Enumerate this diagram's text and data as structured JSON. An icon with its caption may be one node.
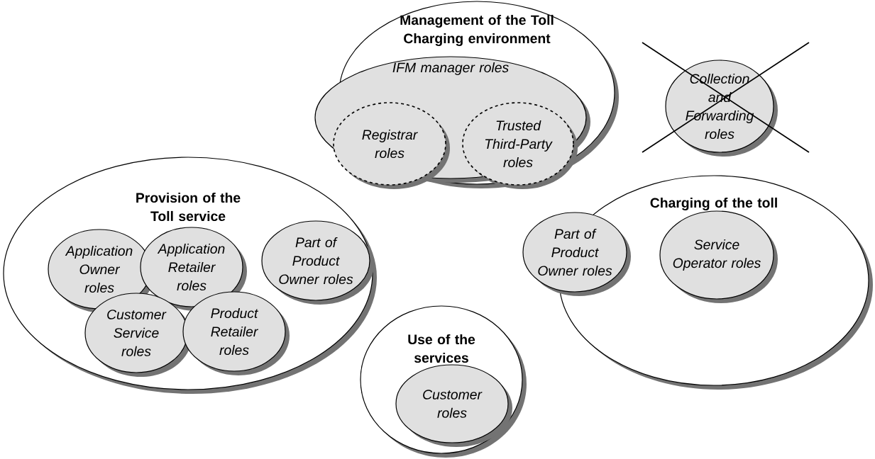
{
  "diagram": {
    "nodes": [
      {
        "text": [
          "Management of the Toll Charging environment"
        ]
      },
      {
        "text": [
          "IFM manager roles"
        ],
        "in": 0
      },
      {
        "text": [
          "Registrar roles"
        ],
        "in": 1
      },
      {
        "text": [
          "Trusted Third-Party roles"
        ],
        "in": 1
      },
      {
        "text": [
          "Collection and Forwarding roles"
        ]
      },
      {
        "text": [
          "Provision of the Toll service"
        ]
      },
      {
        "text": [
          "Application Owner roles"
        ],
        "in": 5
      },
      {
        "text": [
          "Application Retailer roles"
        ],
        "in": 5
      },
      {
        "text": [
          "Part of Product Owner roles"
        ],
        "in": 5
      },
      {
        "text": [
          "Customer Service roles"
        ],
        "in": 5
      },
      {
        "text": [
          "Product Retailer roles"
        ],
        "in": 5
      },
      {
        "text": [
          "Charging of the toll"
        ]
      },
      {
        "text": [
          "Part of Product Owner roles"
        ]
      },
      {
        "text": [
          "Service Operator roles"
        ],
        "in": 11
      },
      {
        "text": [
          "Use of the services"
        ]
      },
      {
        "text": [
          "Customer roles"
        ],
        "in": 14
      }
    ]
  }
}
